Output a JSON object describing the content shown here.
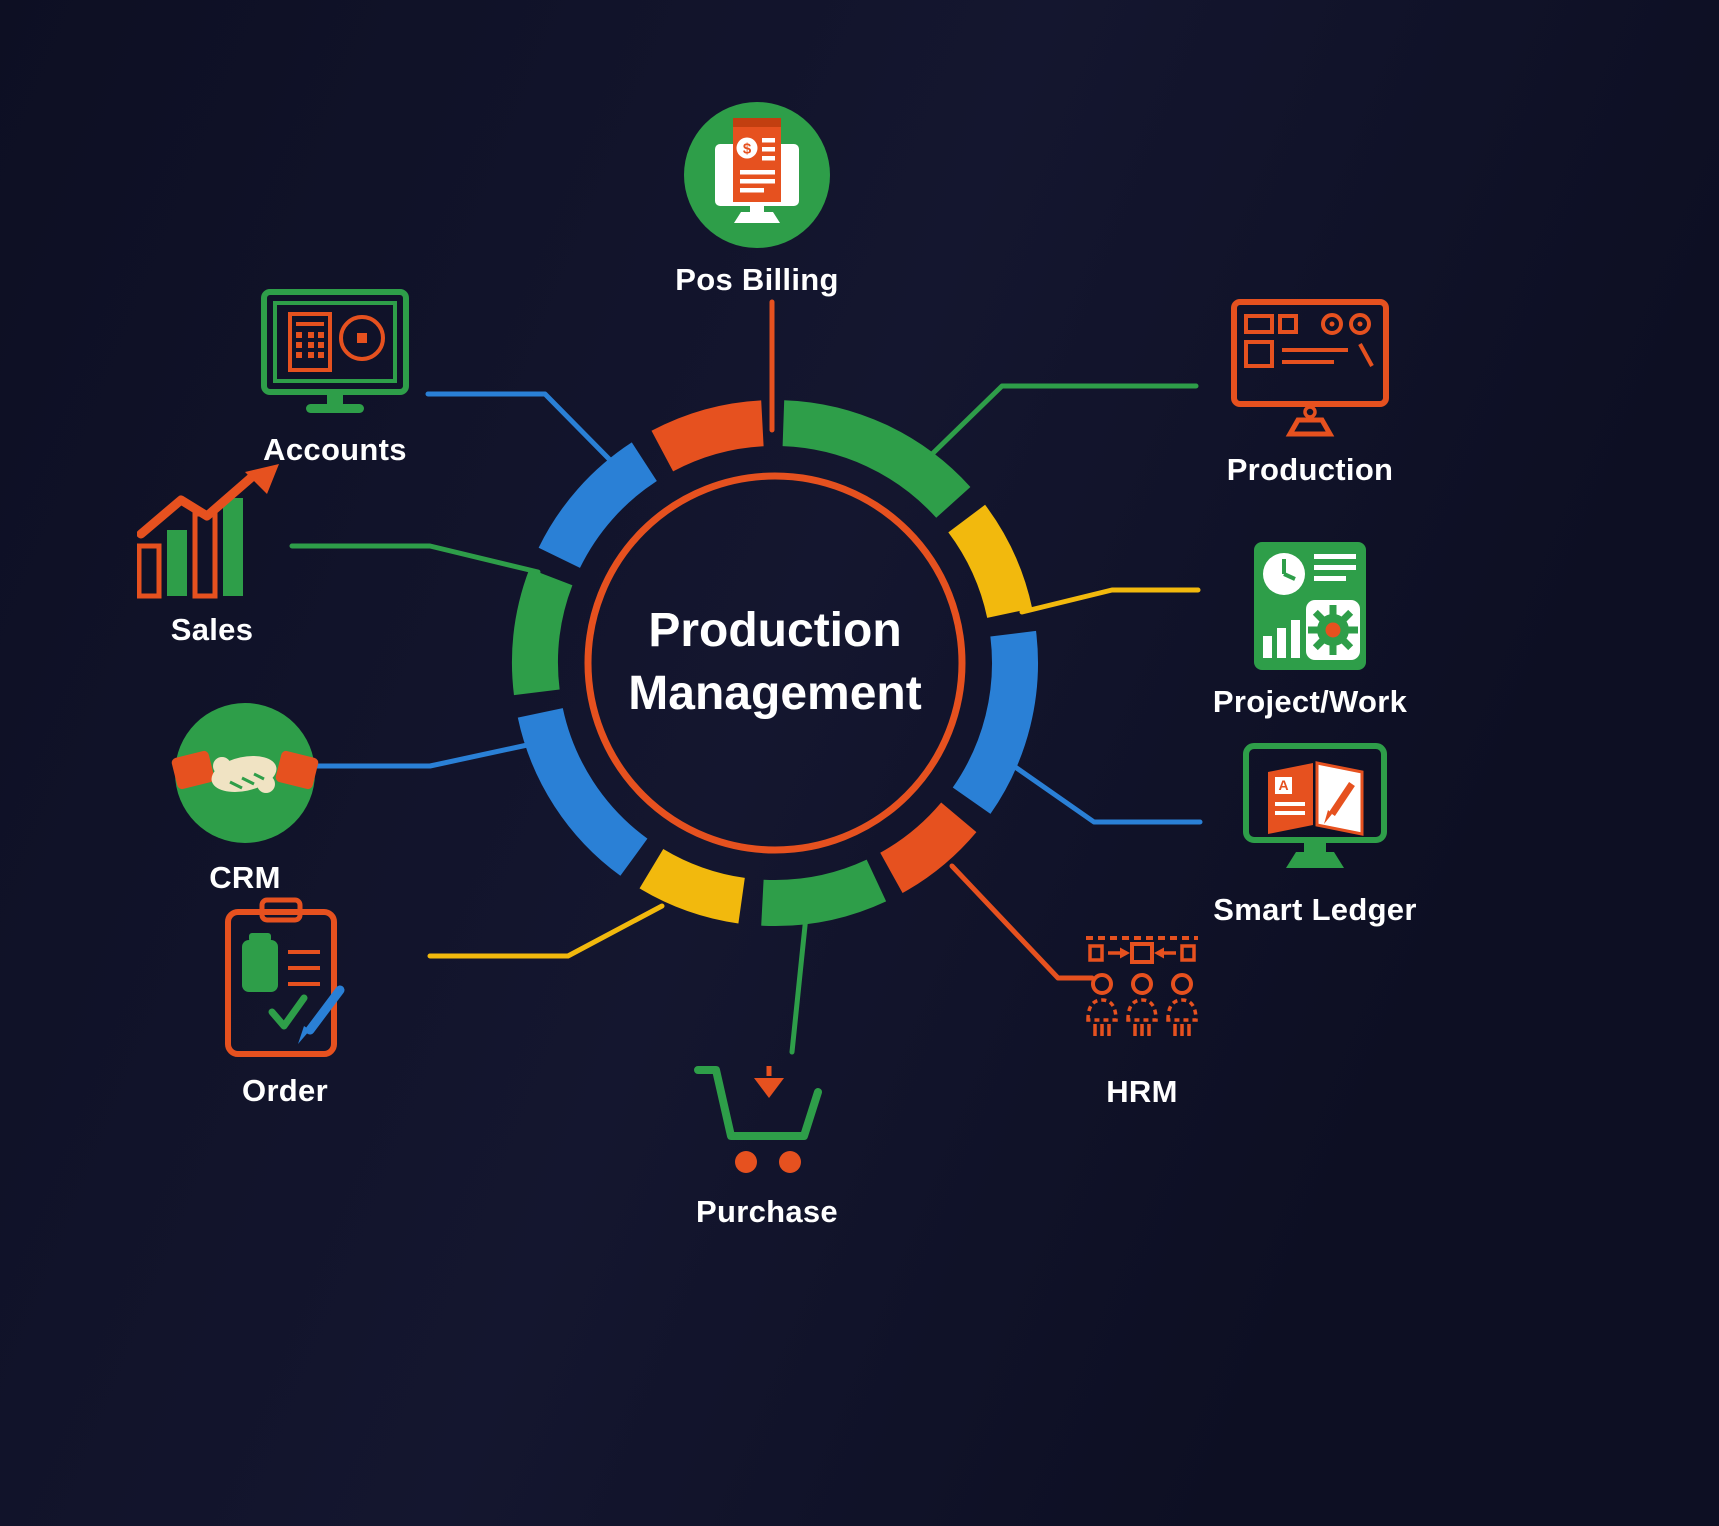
{
  "center": {
    "title_lines": [
      "Production",
      "Management"
    ]
  },
  "colors": {
    "background": "#0d0f23",
    "orange": "#e6511f",
    "orange_dark": "#c23f10",
    "green": "#2e9e49",
    "yellow": "#f2b90d",
    "blue": "#2a80d6",
    "white": "#ffffff",
    "beige": "#f0e3c3"
  },
  "icon_glyphs": {
    "pos_billing_dollar": "$",
    "smart_ledger_a": "A"
  },
  "nodes": [
    {
      "id": "pos-billing",
      "label": "Pos Billing",
      "connector_color": "orange"
    },
    {
      "id": "production",
      "label": "Production",
      "connector_color": "green"
    },
    {
      "id": "project-work",
      "label": "Project/Work",
      "connector_color": "yellow"
    },
    {
      "id": "smart-ledger",
      "label": "Smart Ledger",
      "connector_color": "blue"
    },
    {
      "id": "hrm",
      "label": "HRM",
      "connector_color": "orange"
    },
    {
      "id": "purchase",
      "label": "Purchase",
      "connector_color": "green"
    },
    {
      "id": "order",
      "label": "Order",
      "connector_color": "yellow"
    },
    {
      "id": "crm",
      "label": "CRM",
      "connector_color": "blue"
    },
    {
      "id": "sales",
      "label": "Sales",
      "connector_color": "green"
    },
    {
      "id": "accounts",
      "label": "Accounts",
      "connector_color": "blue"
    }
  ]
}
